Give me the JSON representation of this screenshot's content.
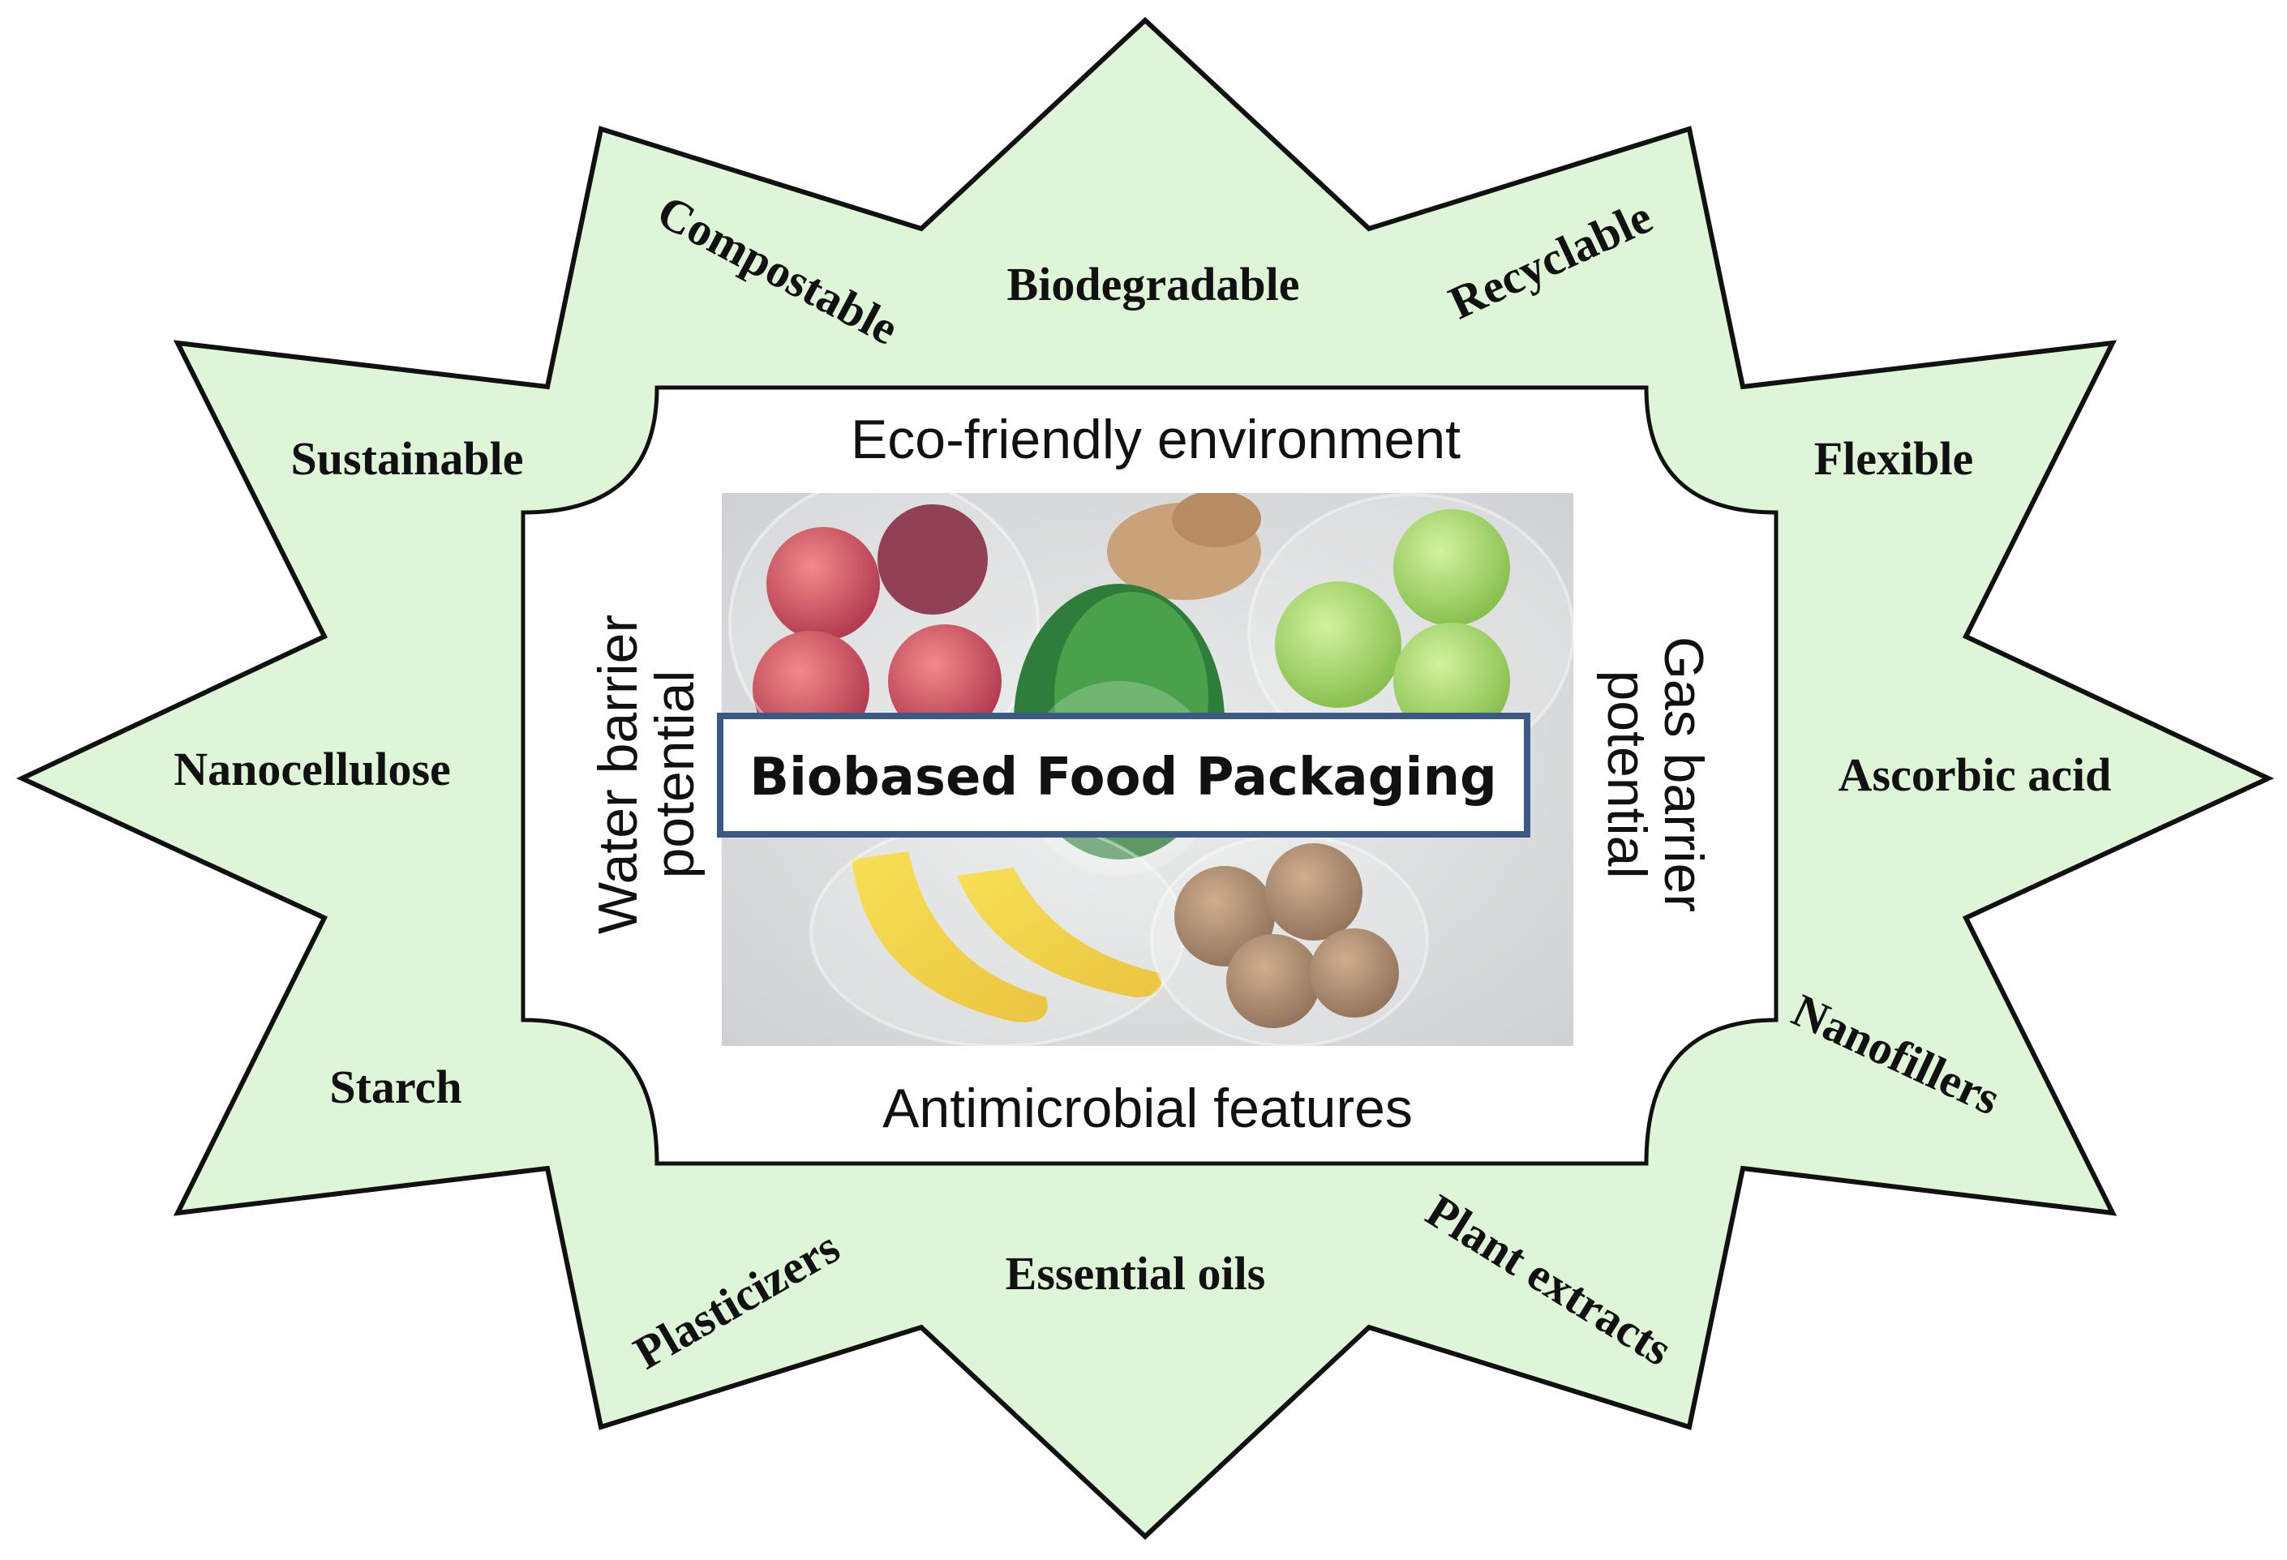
{
  "diagram": {
    "title": "Biobased Food Packaging",
    "colors": {
      "star_fill": "#dff5d8",
      "star_stroke": "#111111",
      "title_box_border": "#3a5a85",
      "panel_fill": "#ffffff"
    },
    "inner_labels": {
      "top": "Eco-friendly environment",
      "bottom": "Antimicrobial features",
      "left_line1": "Water barrier",
      "left_line2": "potential",
      "right_line1": "Gas barrier",
      "right_line2": "potential"
    },
    "keywords": {
      "compostable": "Compostable",
      "biodegradable": "Biodegradable",
      "recyclable": "Recyclable",
      "sustainable": "Sustainable",
      "flexible": "Flexible",
      "nanocellulose": "Nanocellulose",
      "ascorbic_acid": "Ascorbic acid",
      "starch": "Starch",
      "nanofillers": "Nanofillers",
      "plasticizers": "Plasticizers",
      "essential_oils": "Essential oils",
      "plant_extracts": "Plant extracts"
    },
    "photo_icon": "photo-produce-in-plastic-bags"
  }
}
